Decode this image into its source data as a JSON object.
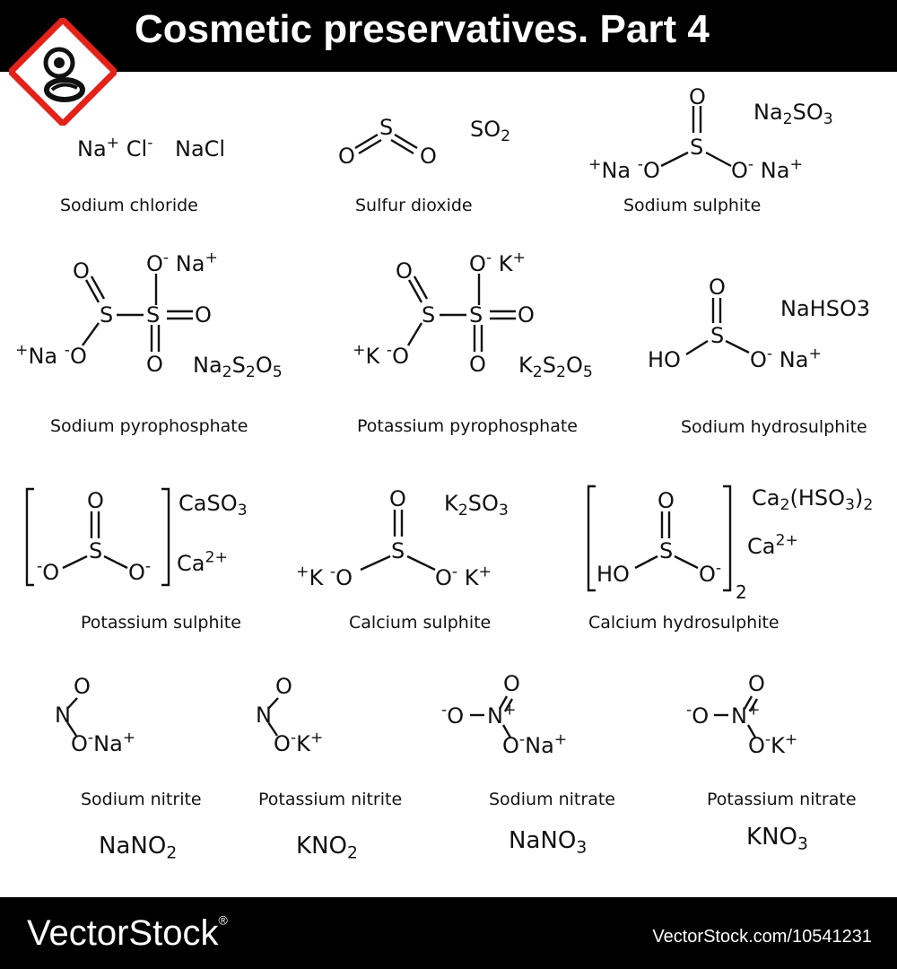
{
  "header": {
    "title": "Cosmetic preservatives. Part 4"
  },
  "hazard_icon": "exclamation-pictogram-icon",
  "compounds": {
    "sodium_chloride": {
      "name": "Sodium chloride",
      "formula": "NaCl"
    },
    "sulfur_dioxide": {
      "name": "Sulfur dioxide"
    },
    "sodium_sulphite": {
      "name": "Sodium sulphite"
    },
    "sodium_pyrophosphate": {
      "name": "Sodium pyrophosphate"
    },
    "potassium_pyrophosphate": {
      "name": "Potassium pyrophosphate"
    },
    "sodium_hydrosulphite": {
      "name": "Sodium hydrosulphite",
      "formula": "NaHSO3"
    },
    "potassium_sulphite": {
      "name": "Potassium sulphite"
    },
    "calcium_sulphite": {
      "name": "Calcium sulphite"
    },
    "calcium_hydrosulphite": {
      "name": "Calcium hydrosulphite"
    },
    "sodium_nitrite": {
      "name": "Sodium nitrite"
    },
    "potassium_nitrite": {
      "name": "Potassium nitrite"
    },
    "sodium_nitrate": {
      "name": "Sodium nitrate"
    },
    "potassium_nitrate": {
      "name": "Potassium nitrate"
    }
  },
  "formula_parts": {
    "na": "Na",
    "cl": "Cl",
    "k": "K",
    "ca": "Ca",
    "o": "O",
    "s": "S",
    "n": "N",
    "ho": "HO",
    "so": "SO",
    "no": "NO",
    "plus": "+",
    "minus": "-",
    "two": "2",
    "three": "3",
    "five": "5",
    "2plus": "2+",
    "hso3": "HSO"
  },
  "footer": {
    "brand": "VectorStock",
    "registered": "®",
    "image_id": "VectorStock.com/10541231"
  },
  "colors": {
    "bar": "#000000",
    "hazard_red": "#e2231a",
    "text": "#111111"
  }
}
